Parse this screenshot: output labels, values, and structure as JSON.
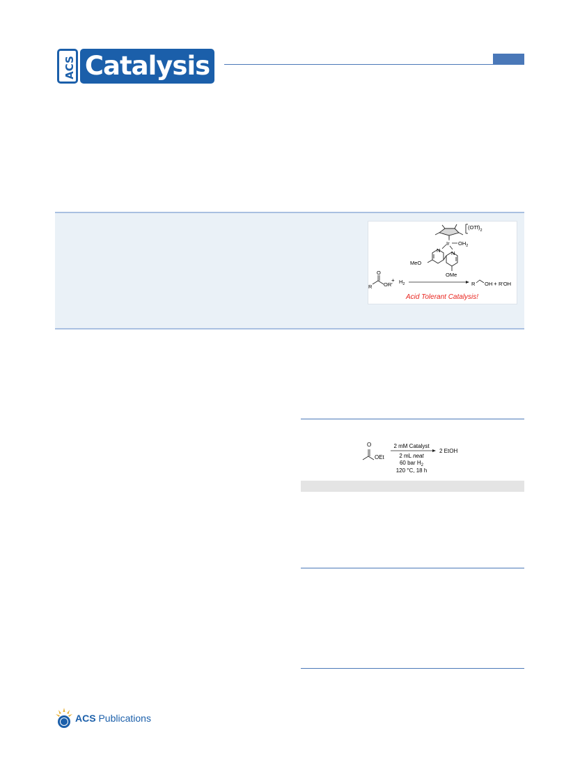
{
  "journal": {
    "acs_text": "ACS",
    "name": "Catalysis",
    "brand_color": "#1b5faa"
  },
  "toc_graphic": {
    "counterion": "(OTf)",
    "counterion_sub": "2",
    "metal": "Ir",
    "aqua": "OH",
    "aqua_sub": "2",
    "n1": "N",
    "n2": "N",
    "ome_left": "MeO",
    "ome_right": "OMe",
    "ester_r": "R",
    "ester_o": "O",
    "ester_or": "OR'",
    "plus1": "+",
    "h2": "H",
    "h2_sub": "2",
    "product_r": "R",
    "product_oh": "OH",
    "product_plus": "+",
    "product_roh": "R'OH",
    "tagline": "Acid Tolerant Catalysis!",
    "tagline_color": "#e8231d"
  },
  "scheme": {
    "o_label": "O",
    "oet_label": "OEt",
    "above_arrow": "2 mM Catalyst",
    "cond1_a": "2 mL ",
    "cond1_b": "neat",
    "cond2_a": "60 bar H",
    "cond2_sub": "2",
    "cond3": "120 °C, 18 h",
    "product": "2 EtOH"
  },
  "publisher": {
    "acs": "ACS",
    "name": "Publications",
    "color": "#1b5faa"
  }
}
